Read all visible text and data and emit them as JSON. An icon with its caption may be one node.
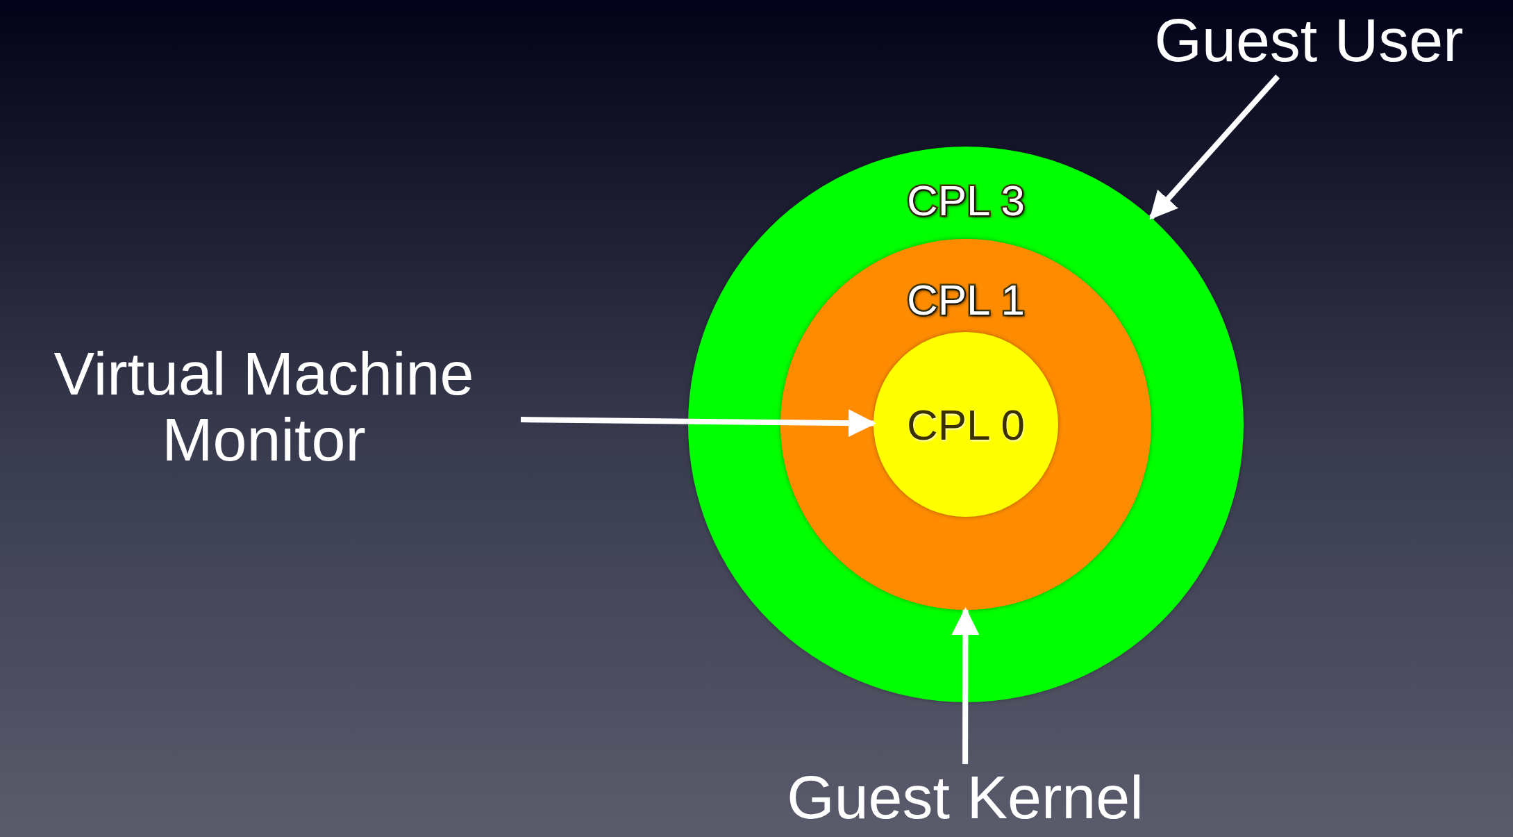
{
  "diagram": {
    "nodes": [
      {
        "text": [
          "CPL 3"
        ]
      },
      {
        "text": [
          "CPL 1"
        ],
        "in": 0
      },
      {
        "text": [
          "CPL 0"
        ],
        "in": 1
      },
      {
        "text": [
          "Guest User"
        ]
      },
      {
        "text": [
          "Virtual Machine Monitor"
        ]
      },
      {
        "text": [
          "Guest Kernel"
        ]
      }
    ],
    "edges": [
      {
        "from": 3,
        "to": 0,
        "arrow": "to"
      },
      {
        "from": 4,
        "to": 2,
        "arrow": "to"
      },
      {
        "from": 5,
        "to": 1,
        "arrow": "to"
      }
    ]
  }
}
